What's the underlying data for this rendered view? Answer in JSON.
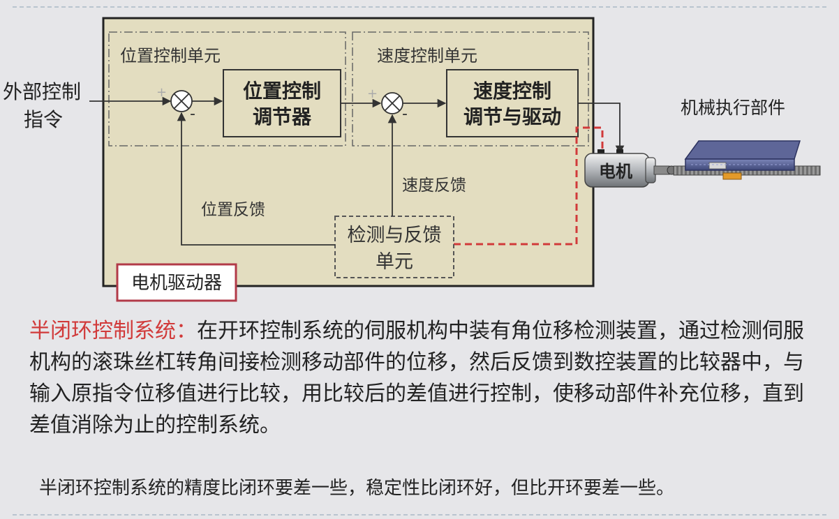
{
  "diagram": {
    "external_input": [
      "外部控制",
      "指令"
    ],
    "position_unit_label": "位置控制单元",
    "speed_unit_label": "速度控制单元",
    "position_controller": [
      "位置控制",
      "调节器"
    ],
    "speed_controller": [
      "速度控制",
      "调节与驱动"
    ],
    "plus_sign": "+",
    "minus_sign": "-",
    "speed_feedback_label": "速度反馈",
    "position_feedback_label": "位置反馈",
    "detect_unit": [
      "检测与反馈",
      "单元"
    ],
    "driver_label": "电机驱动器",
    "motor_label": "电机",
    "mechanism_label": "机械执行部件"
  },
  "description": {
    "title": "半闭环控制系统：",
    "body": "在开环控制系统的伺服机构中装有角位移检测装置，通过检测伺服机构的滚珠丝杠转角间接检测移动部件的位移，然后反馈到数控装置的比较器中，与输入原指令位移值进行比较，用比较后的差值进行控制，使移动部件补充位移，直到差值消除为止的控制系统。"
  },
  "note": "半闭环控制系统的精度比闭环要差一些，稳定性比闭环好，但比开环要差一些。",
  "colors": {
    "panel_bg": "#e3ddc0",
    "accent_red": "#d13a3a",
    "driver_border": "#b23a48",
    "line": "#333333"
  }
}
